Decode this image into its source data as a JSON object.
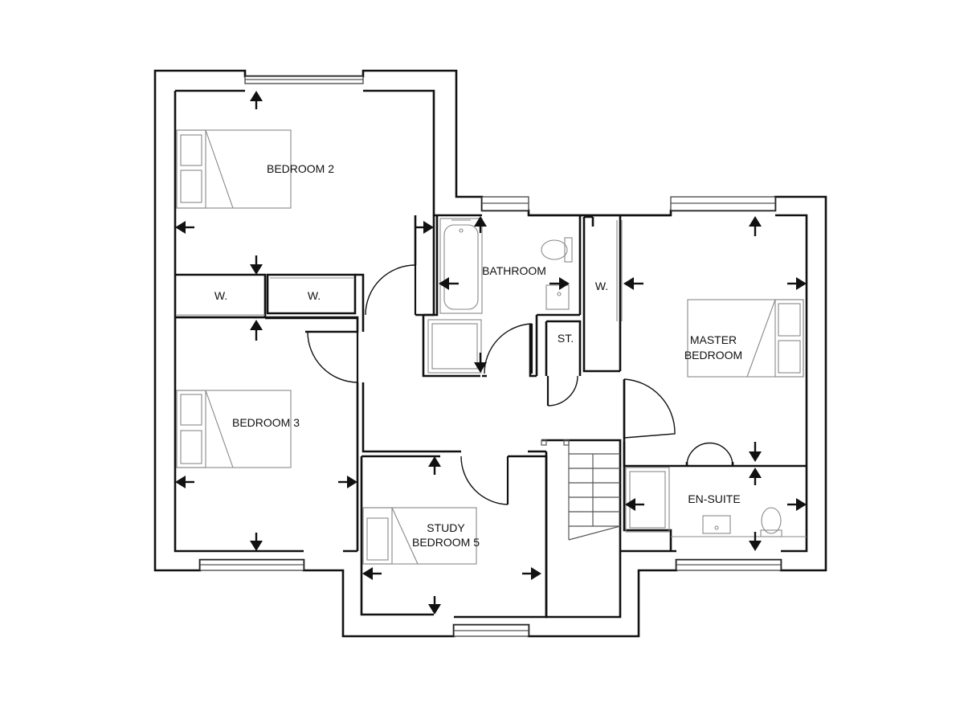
{
  "rooms": {
    "bedroom_2": "BEDROOM 2",
    "bedroom_3": "BEDROOM 3",
    "bathroom": "BATHROOM",
    "master_line1": "MASTER",
    "master_line2": "BEDROOM",
    "study_line1": "STUDY",
    "study_line2": "BEDROOM 5",
    "ensuite": "EN-SUITE",
    "storage": "ST.",
    "wardrobe_left": "W.",
    "wardrobe_mid": "W.",
    "wardrobe_master": "W."
  }
}
